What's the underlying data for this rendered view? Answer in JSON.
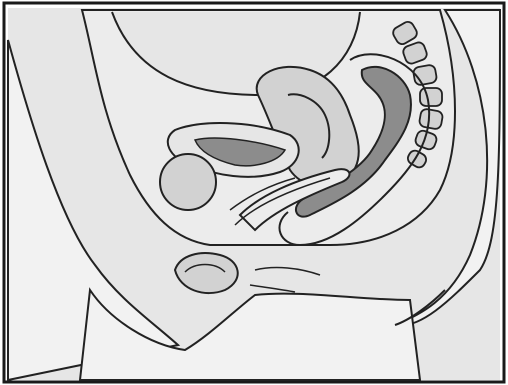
{
  "figure": {
    "colors": {
      "background": "#ffffff",
      "frame": "#1a1a1a",
      "outline": "#222222",
      "skin": "#e6e6e6",
      "body": "#f2f2f2",
      "light_organ": "#d2d2d2",
      "dark_organ": "#8c8c8c",
      "cavity": "#ececec"
    },
    "regions": [
      "abdomen",
      "bladder",
      "uterus",
      "cervix",
      "vagina",
      "rectum",
      "spine",
      "pubic-bone"
    ]
  }
}
